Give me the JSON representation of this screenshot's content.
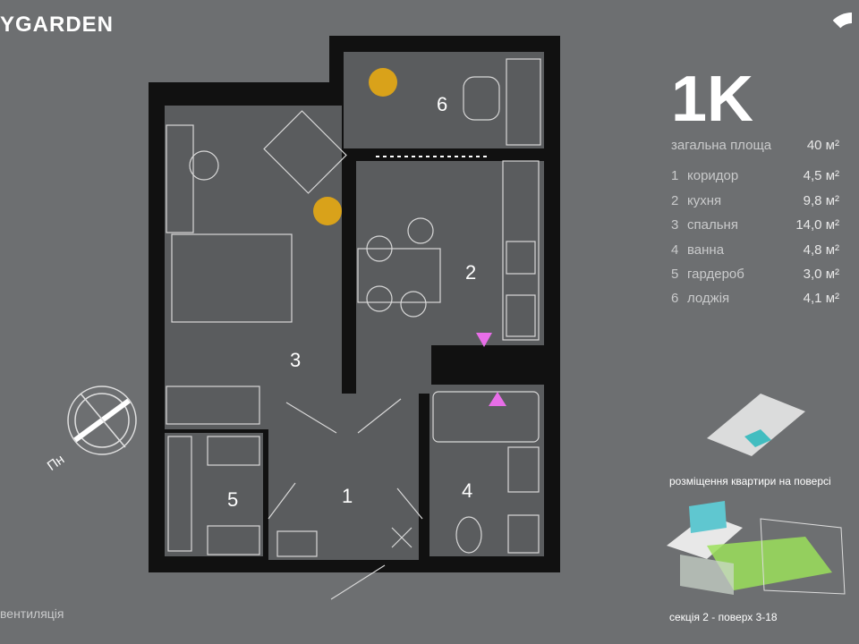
{
  "brand": {
    "logo": "YGARDEN"
  },
  "apartment": {
    "type": "1K",
    "total_label": "загальна площа",
    "total_value": "40 м²",
    "rooms": [
      {
        "num": "1",
        "name": "коридор",
        "area": "4,5 м²"
      },
      {
        "num": "2",
        "name": "кухня",
        "area": "9,8 м²"
      },
      {
        "num": "3",
        "name": "спальня",
        "area": "14,0 м²"
      },
      {
        "num": "4",
        "name": "ванна",
        "area": "4,8 м²"
      },
      {
        "num": "5",
        "name": "гардероб",
        "area": "3,0 м²"
      },
      {
        "num": "6",
        "name": "лоджія",
        "area": "4,1 м²"
      }
    ]
  },
  "plan": {
    "labels": [
      "1",
      "2",
      "3",
      "4",
      "5",
      "6"
    ],
    "compass": "Пн",
    "marker_color": "#e86ee8"
  },
  "floor_caption": "розміщення квартири на поверсі",
  "section_caption": "секція 2 - поверх 3-18",
  "legend": {
    "ventilation": "вентиляція"
  }
}
